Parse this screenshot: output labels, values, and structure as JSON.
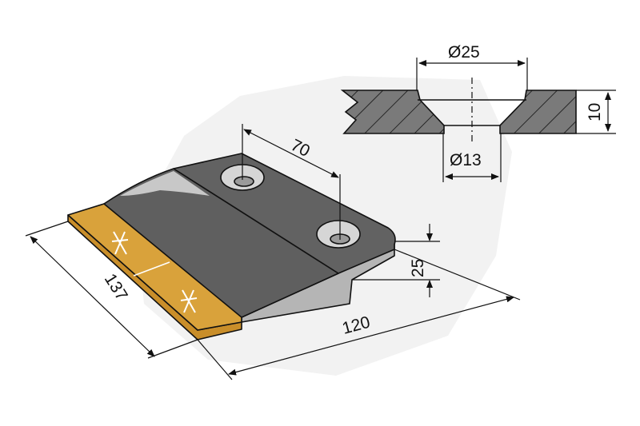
{
  "drawing": {
    "dimensions": {
      "hole_spacing": "70",
      "length": "137",
      "width": "120",
      "height": "25",
      "countersink_diameter": "Ø25",
      "hole_diameter": "Ø13",
      "thickness": "10"
    },
    "colors": {
      "blade": "#6b6b6b",
      "hardfacing": "#d9a23b",
      "section_fill": "#7a7a7a"
    }
  }
}
